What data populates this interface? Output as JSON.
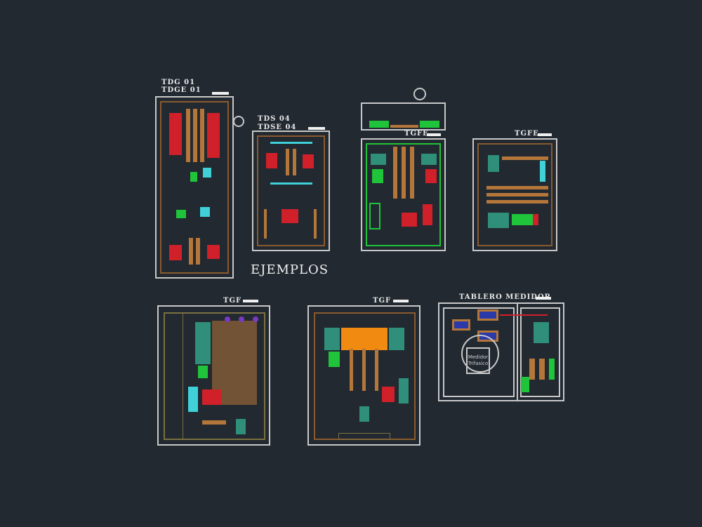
{
  "drawing": {
    "title": "EJEMPLOS",
    "panels": [
      {
        "id": "tdg01",
        "labels": [
          "TDG 01",
          "TDGE 01"
        ]
      },
      {
        "id": "tds04",
        "labels": [
          "TDS 04",
          "TDSE 04"
        ]
      },
      {
        "id": "tgfe-1",
        "labels": [
          "TGFE"
        ]
      },
      {
        "id": "tgfe-2",
        "labels": [
          "TGFE"
        ]
      },
      {
        "id": "tgf-1",
        "labels": [
          "TGF"
        ]
      },
      {
        "id": "tgf-2",
        "labels": [
          "TGF"
        ]
      },
      {
        "id": "tablero-medidor",
        "labels": [
          "TABLERO MEDIDOR"
        ]
      }
    ],
    "meter_label": [
      "Medidor",
      "Trifasico"
    ],
    "colors": {
      "background": "#222931",
      "frame": "#c8c8c8",
      "inner_frame": "#8a5a2e",
      "breaker": "#d0202a",
      "busbar": "#b5763a",
      "ground": "#1fc43a"
    }
  }
}
